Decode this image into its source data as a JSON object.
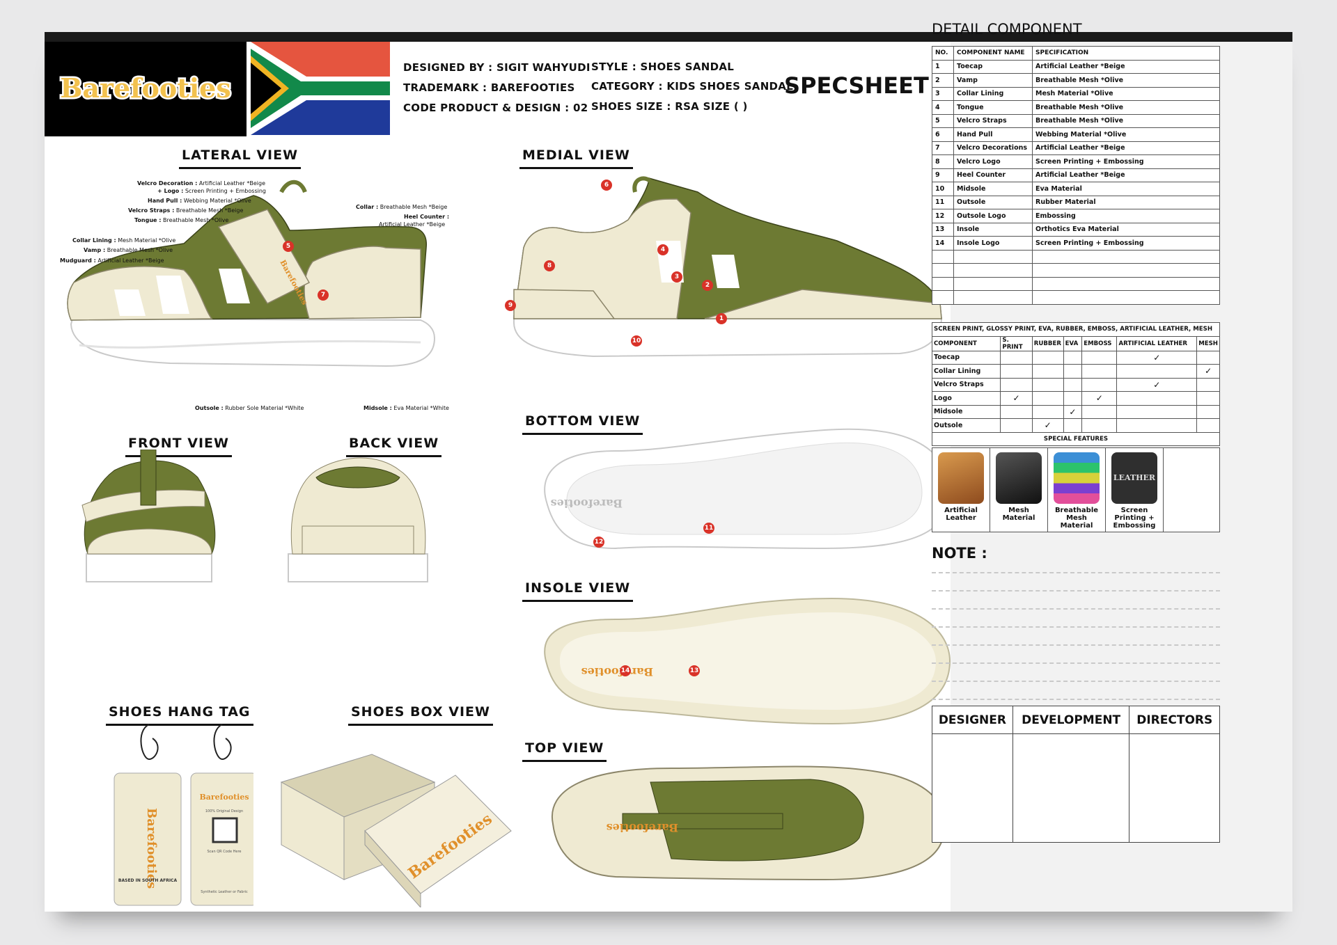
{
  "brand": {
    "name": "Barefooties"
  },
  "header": {
    "designed_by": "DESIGNED BY : SIGIT WAHYUDI",
    "trademark": "TRADEMARK : BAREFOOTIES",
    "code": "CODE PRODUCT & DESIGN : 02",
    "style": "STYLE : SHOES SANDAL",
    "category": "CATEGORY : KIDS SHOES SANDAL",
    "size": "SHOES SIZE : RSA SIZE (  )",
    "title": "SPECSHEET"
  },
  "views": {
    "lateral": "LATERAL VIEW",
    "medial": "MEDIAL VIEW",
    "front": "FRONT VIEW",
    "back": "BACK VIEW",
    "bottom": "BOTTOM VIEW",
    "insole": "INSOLE VIEW",
    "hangtag": "SHOES HANG TAG",
    "box": "SHOES BOX VIEW",
    "top": "TOP VIEW"
  },
  "callouts": {
    "velcro_decoration": {
      "label": "Velcro Decoration :",
      "value": "Artificial Leather *Beige"
    },
    "logo": {
      "label": "+ Logo :",
      "value": "Screen Printing + Embossing"
    },
    "hand_pull": {
      "label": "Hand Pull :",
      "value": "Webbing Material *Olive"
    },
    "velcro_straps": {
      "label": "Velcro Straps :",
      "value": "Breathable Mesh *Beige"
    },
    "tongue": {
      "label": "Tongue :",
      "value": "Breathable Mesh *Olive"
    },
    "collar_lining": {
      "label": "Collar Lining :",
      "value": "Mesh Material *Olive"
    },
    "vamp": {
      "label": "Vamp :",
      "value": "Breathable Mesh *Olive"
    },
    "mudguard": {
      "label": "Mudguard :",
      "value": "Artificial Leather *Beige"
    },
    "collar": {
      "label": "Collar :",
      "value": "Breathable Mesh *Beige"
    },
    "heel_counter": {
      "label": "Heel Counter :",
      "value": "Artificial Leather *Beige"
    },
    "outsole": {
      "label": "Outsole :",
      "value": "Rubber Sole Material *White"
    },
    "midsole": {
      "label": "Midsole :",
      "value": "Eva Material *White"
    }
  },
  "hangtag": {
    "based": "BASED IN SOUTH AFRICA",
    "original": "100% Original Design",
    "scan": "Scan QR Code Here",
    "material": "Synthetic Leather or Fabric"
  },
  "detail_component": {
    "title": "DETAIL COMPONENT",
    "headers": [
      "NO.",
      "COMPONENT NAME",
      "SPECIFICATION"
    ],
    "rows": [
      [
        "1",
        "Toecap",
        "Artificial Leather *Beige"
      ],
      [
        "2",
        "Vamp",
        "Breathable Mesh *Olive"
      ],
      [
        "3",
        "Collar Lining",
        "Mesh Material *Olive"
      ],
      [
        "4",
        "Tongue",
        "Breathable Mesh *Olive"
      ],
      [
        "5",
        "Velcro Straps",
        "Breathable Mesh *Olive"
      ],
      [
        "6",
        "Hand Pull",
        "Webbing Material *Olive"
      ],
      [
        "7",
        "Velcro Decorations",
        "Artificial Leather *Beige"
      ],
      [
        "8",
        "Velcro Logo",
        "Screen Printing + Embossing"
      ],
      [
        "9",
        "Heel Counter",
        "Artificial Leather *Beige"
      ],
      [
        "10",
        "Midsole",
        "Eva Material"
      ],
      [
        "11",
        "Outsole",
        "Rubber Material"
      ],
      [
        "12",
        "Outsole Logo",
        "Embossing"
      ],
      [
        "13",
        "Insole",
        "Orthotics Eva Material"
      ],
      [
        "14",
        "Insole Logo",
        "Screen Printing + Embossing"
      ]
    ]
  },
  "materials": {
    "title": "SCREEN PRINT, GLOSSY PRINT, EVA, RUBBER, EMBOSS, ARTIFICIAL LEATHER, MESH",
    "headers": [
      "COMPONENT",
      "S. PRINT",
      "RUBBER",
      "EVA",
      "EMBOSS",
      "ARTIFICIAL LEATHER",
      "MESH"
    ],
    "rows": [
      {
        "name": "Toecap",
        "checks": [
          false,
          false,
          false,
          false,
          true,
          false
        ]
      },
      {
        "name": "Collar Lining",
        "checks": [
          false,
          false,
          false,
          false,
          false,
          true
        ]
      },
      {
        "name": "Velcro Straps",
        "checks": [
          false,
          false,
          false,
          false,
          true,
          false
        ]
      },
      {
        "name": "Logo",
        "checks": [
          true,
          false,
          false,
          true,
          false,
          false
        ]
      },
      {
        "name": "Midsole",
        "checks": [
          false,
          false,
          true,
          false,
          false,
          false
        ]
      },
      {
        "name": "Outsole",
        "checks": [
          false,
          true,
          false,
          false,
          false,
          false
        ]
      }
    ],
    "check_mark": "✓"
  },
  "special_features": {
    "title": "SPECIAL FEATURES",
    "items": [
      {
        "label": "Artificial Leather",
        "color": "#b0682f"
      },
      {
        "label": "Mesh Material",
        "color": "#2b2b2b"
      },
      {
        "label": "Breathable Mesh Material",
        "color": "#3c8fd6"
      },
      {
        "label": "Screen Printing + Embossing",
        "color": "#3a3a3a"
      }
    ],
    "emboss_text": "LEATHER"
  },
  "note": {
    "title": "NOTE :"
  },
  "signoff": {
    "headers": [
      "DESIGNER",
      "DEVELOPMENT",
      "DIRECTORS"
    ]
  },
  "colors": {
    "olive": "#6d7a33",
    "beige": "#efead2",
    "sole": "#ffffff",
    "badge": "#d93228"
  }
}
